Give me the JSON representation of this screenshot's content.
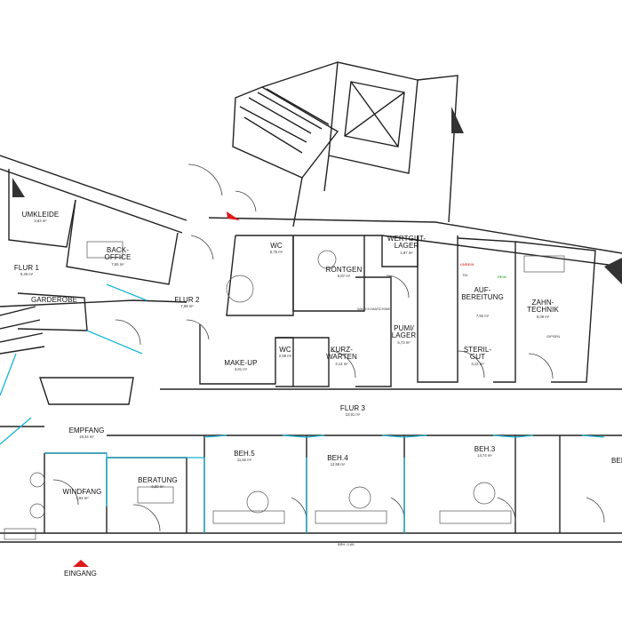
{
  "plan": {
    "colors": {
      "wall": "#222222",
      "glass": "#19b4d2",
      "marker": "#e01818",
      "furniture": "#555555"
    },
    "rooms": [
      {
        "name": "UMKLEIDE",
        "area": "3,63 m²"
      },
      {
        "name": "BACK-",
        "name2": "OFFICE",
        "area": "7,55 m²"
      },
      {
        "name": "FLUR 1",
        "area": "9,39 m²"
      },
      {
        "name": "GARDEROBE"
      },
      {
        "name": "FLUR 2",
        "area": "7,68 m²"
      },
      {
        "name": "WC",
        "area": "5,76 m²"
      },
      {
        "name": "RÖNTGEN",
        "area": "5,87 m²"
      },
      {
        "name": "WERTGUT-",
        "name2": "LAGER",
        "area": "1,97 m²"
      },
      {
        "name": "WC",
        "area": "2,99 m²"
      },
      {
        "name": "MAKE-UP",
        "area": "3,81 m²"
      },
      {
        "name": "KURZ-",
        "name2": "WARTEN",
        "area": "3,14 m²"
      },
      {
        "name": "PUMI/",
        "name2": "LAGER",
        "area": "5,73 m²"
      },
      {
        "name": "AUF-",
        "name2": "BEREITUNG",
        "area": "7,92 m²"
      },
      {
        "name": "STERIL-",
        "name2": "GUT",
        "area": "3,12 m²"
      },
      {
        "name": "ZAHN-",
        "name2": "TECHNIK",
        "area": "9,08 m²"
      },
      {
        "name": "FLUR 3",
        "area": "22,91 m²"
      },
      {
        "name": "EMPFANG",
        "area": "19,34 m²"
      },
      {
        "name": "WINDFANG",
        "area": "4,94 m²"
      },
      {
        "name": "BERATUNG",
        "area": "6,50 m²"
      },
      {
        "name": "BEH.5",
        "area": "11,82 m²"
      },
      {
        "name": "BEH.4",
        "area": "12,58 m²"
      },
      {
        "name": "BEH.3",
        "area": "14,74 m²"
      },
      {
        "name": "BEH"
      }
    ],
    "notes": {
      "waschmaschine": "WASCH-MASCHINE",
      "unrein": "UNREIN",
      "rein": "REIN",
      "tdi": "TDI",
      "gipsen": "GIPSEN",
      "brh": "BRH: 0,68"
    },
    "entrance": {
      "label": "EINGANG"
    }
  }
}
